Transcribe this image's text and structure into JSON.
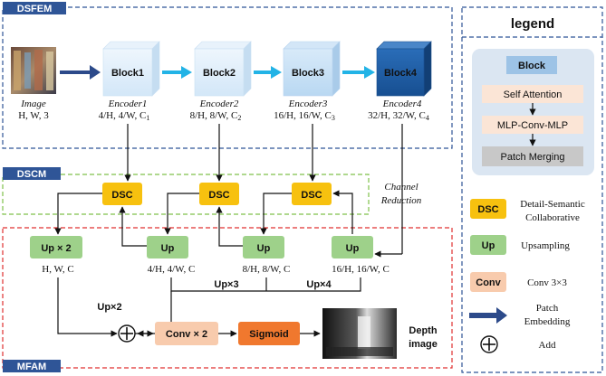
{
  "sections": {
    "dsfem": "DSFEM",
    "dscm": "DSCM",
    "mfam": "MFAM",
    "legend": "legend"
  },
  "input": {
    "label": "Image",
    "dims": "H, W, 3"
  },
  "encoders": [
    {
      "block": "Block1",
      "name": "Encoder1",
      "dims": "4/H, 4/W, C",
      "sub": "1"
    },
    {
      "block": "Block2",
      "name": "Encoder2",
      "dims": "8/H, 8/W, C",
      "sub": "2"
    },
    {
      "block": "Block3",
      "name": "Encoder3",
      "dims": "16/H, 16/W, C",
      "sub": "3"
    },
    {
      "block": "Block4",
      "name": "Encoder4",
      "dims": "32/H, 32/W, C",
      "sub": "4"
    }
  ],
  "channel_reduction": [
    "Channel",
    "Reduction"
  ],
  "dsc_label": "DSC",
  "ups": [
    {
      "label": "Up × 2",
      "dims": "H, W, C"
    },
    {
      "label": "Up",
      "dims": "4/H, 4/W, C"
    },
    {
      "label": "Up",
      "dims": "8/H, 8/W, C"
    },
    {
      "label": "Up",
      "dims": "16/H, 16/W, C"
    }
  ],
  "mfam": {
    "up3": "Up×3",
    "up4": "Up×4",
    "up2": "Up×2",
    "conv": "Conv × 2",
    "sigmoid": "Sigmoid",
    "output": [
      "Depth",
      "image"
    ]
  },
  "legend": {
    "block_title": "Block",
    "block_steps": [
      "Self Attention",
      "MLP-Conv-MLP",
      "Patch Merging"
    ],
    "items": [
      {
        "key": "DSC",
        "desc": [
          "Detail-Semantic",
          "Collaborative"
        ]
      },
      {
        "key": "Up",
        "desc": [
          "Upsampling"
        ]
      },
      {
        "key": "Conv",
        "desc": [
          "Conv 3×3"
        ]
      },
      {
        "key": "patch-arrow",
        "desc": [
          "Patch",
          "Embedding"
        ]
      },
      {
        "key": "add",
        "desc": [
          "Add"
        ]
      }
    ]
  },
  "colors": {
    "dsc": "#f7c10f",
    "up": "#9ed18a",
    "conv": "#f8cbad",
    "sigmoid": "#f0782e",
    "block4": "#1f5fa8",
    "patch_arrow": "#2c4a8a",
    "encoder_arrow": "#22b3e6"
  }
}
